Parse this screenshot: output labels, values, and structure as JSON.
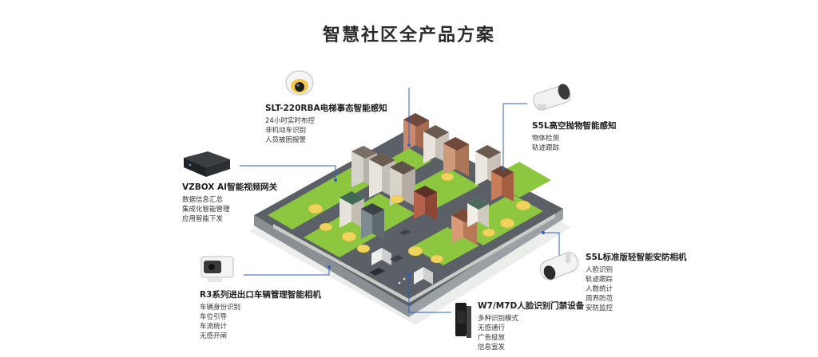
{
  "title": "智慧社区全产品方案",
  "products": [
    {
      "id": "slt",
      "name": "SLT-220RBA电梯事态智能感知",
      "features": [
        "24小时实时布控",
        "非机动车识别",
        "人员被困报警"
      ]
    },
    {
      "id": "s5l_high",
      "name": "S5L高空抛物智能感知",
      "features": [
        "物体检测",
        "轨迹跟踪"
      ]
    },
    {
      "id": "vzbox",
      "name": "VZBOX AI智能视频网关",
      "features": [
        "数据信息汇总",
        "集成化智能管理",
        "应用智能下发"
      ]
    },
    {
      "id": "s5l_std",
      "name": "S5L标准版轻智能安防相机",
      "features": [
        "人脸识别",
        "轨迹跟踪",
        "人数统计",
        "周界防范",
        "安防监控"
      ]
    },
    {
      "id": "r3",
      "name": "R3系列进出口车辆管理智能相机",
      "features": [
        "车辆身份识别",
        "车位引导",
        "车流统计",
        "无感开闸"
      ]
    },
    {
      "id": "w7",
      "name": "W7/M7D人脸识别门禁设备",
      "features": [
        "多种识别模式",
        "无感通行",
        "广告投放",
        "信息宣发"
      ]
    }
  ],
  "colors": {
    "line": "#2e5fbf",
    "grass": "#8dc63f",
    "road": "#4a4f55",
    "base": "#d9ddd6"
  }
}
